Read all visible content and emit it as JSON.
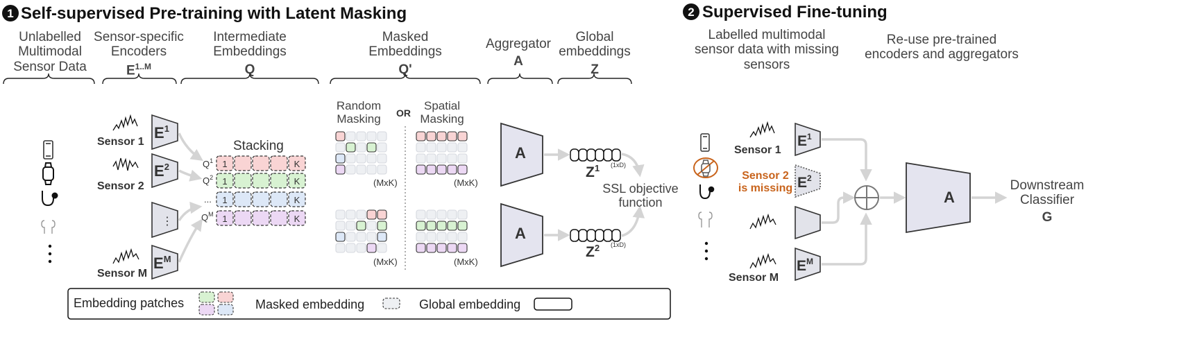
{
  "stage1": {
    "number": "1",
    "title": "Self-supervised Pre-training with Latent Masking",
    "cols": {
      "data": "Unlabelled\nMultimodal\nSensor Data",
      "encoders": "Sensor-specific\nEncoders",
      "encoders_sym": "E",
      "encoders_sup": "1..M",
      "intermediate": "Intermediate\nEmbeddings",
      "intermediate_sym": "Q",
      "masked": "Masked\nEmbeddings",
      "masked_sym": "Q'",
      "aggregator": "Aggregator",
      "aggregator_sym": "A",
      "global": "Global\nembeddings",
      "global_sym": "Z"
    },
    "sensors": [
      "Sensor 1",
      "Sensor 2",
      "Sensor M"
    ],
    "encoders": [
      {
        "label": "E",
        "sup": "1"
      },
      {
        "label": "E",
        "sup": "2"
      },
      {
        "label": "⋮",
        "sup": ""
      },
      {
        "label": "E",
        "sup": "M"
      }
    ],
    "stacking": "Stacking",
    "rows": [
      {
        "label": "Q",
        "sup": "1",
        "first": "1",
        "last": "K"
      },
      {
        "label": "Q",
        "sup": "2",
        "first": "1",
        "last": "K"
      },
      {
        "label": "...",
        "sup": "",
        "first": "1",
        "last": "K"
      },
      {
        "label": "Q",
        "sup": "M",
        "first": "1",
        "last": "K"
      }
    ],
    "random_masking": "Random\nMasking",
    "or": "OR",
    "spatial_masking": "Spatial\nMasking",
    "mxk": "(MxK)",
    "agg_label": "A",
    "z1": {
      "label": "Z",
      "sup": "1"
    },
    "z2": {
      "label": "Z",
      "sup": "2"
    },
    "dim": "(1xD)",
    "ssl": "SSL objective\nfunction"
  },
  "stage2": {
    "number": "2",
    "title": "Supervised Fine-tuning",
    "data": "Labelled multimodal\nsensor data with missing\nsensors",
    "reuse": "Re-use pre-trained\nencoders and aggregators",
    "sensors": [
      "Sensor 1",
      "Sensor M"
    ],
    "missing": "Sensor 2\nis missing",
    "encoders": [
      {
        "label": "E",
        "sup": "1"
      },
      {
        "label": "E",
        "sup": "2"
      },
      {
        "label": "",
        "sup": ""
      },
      {
        "label": "E",
        "sup": "M"
      }
    ],
    "agg_label": "A",
    "downstream": "Downstream\nClassifier",
    "downstream_sym": "G"
  },
  "legend": {
    "patches": "Embedding patches",
    "masked": "Masked embedding",
    "global": "Global embedding"
  },
  "colors": {
    "pink": "#f9d4d4",
    "green": "#d8f2d2",
    "blue": "#dde8f7",
    "purple": "#ecd8f4",
    "grey": "#eef0f3",
    "encoder": "#e2e3ea",
    "aggregator": "#e4e4ef",
    "arrow": "#d4d4d4",
    "missing": "#c8631b"
  },
  "icons": [
    "phone-icon",
    "watch-icon",
    "stethoscope-icon",
    "earbuds-icon"
  ]
}
